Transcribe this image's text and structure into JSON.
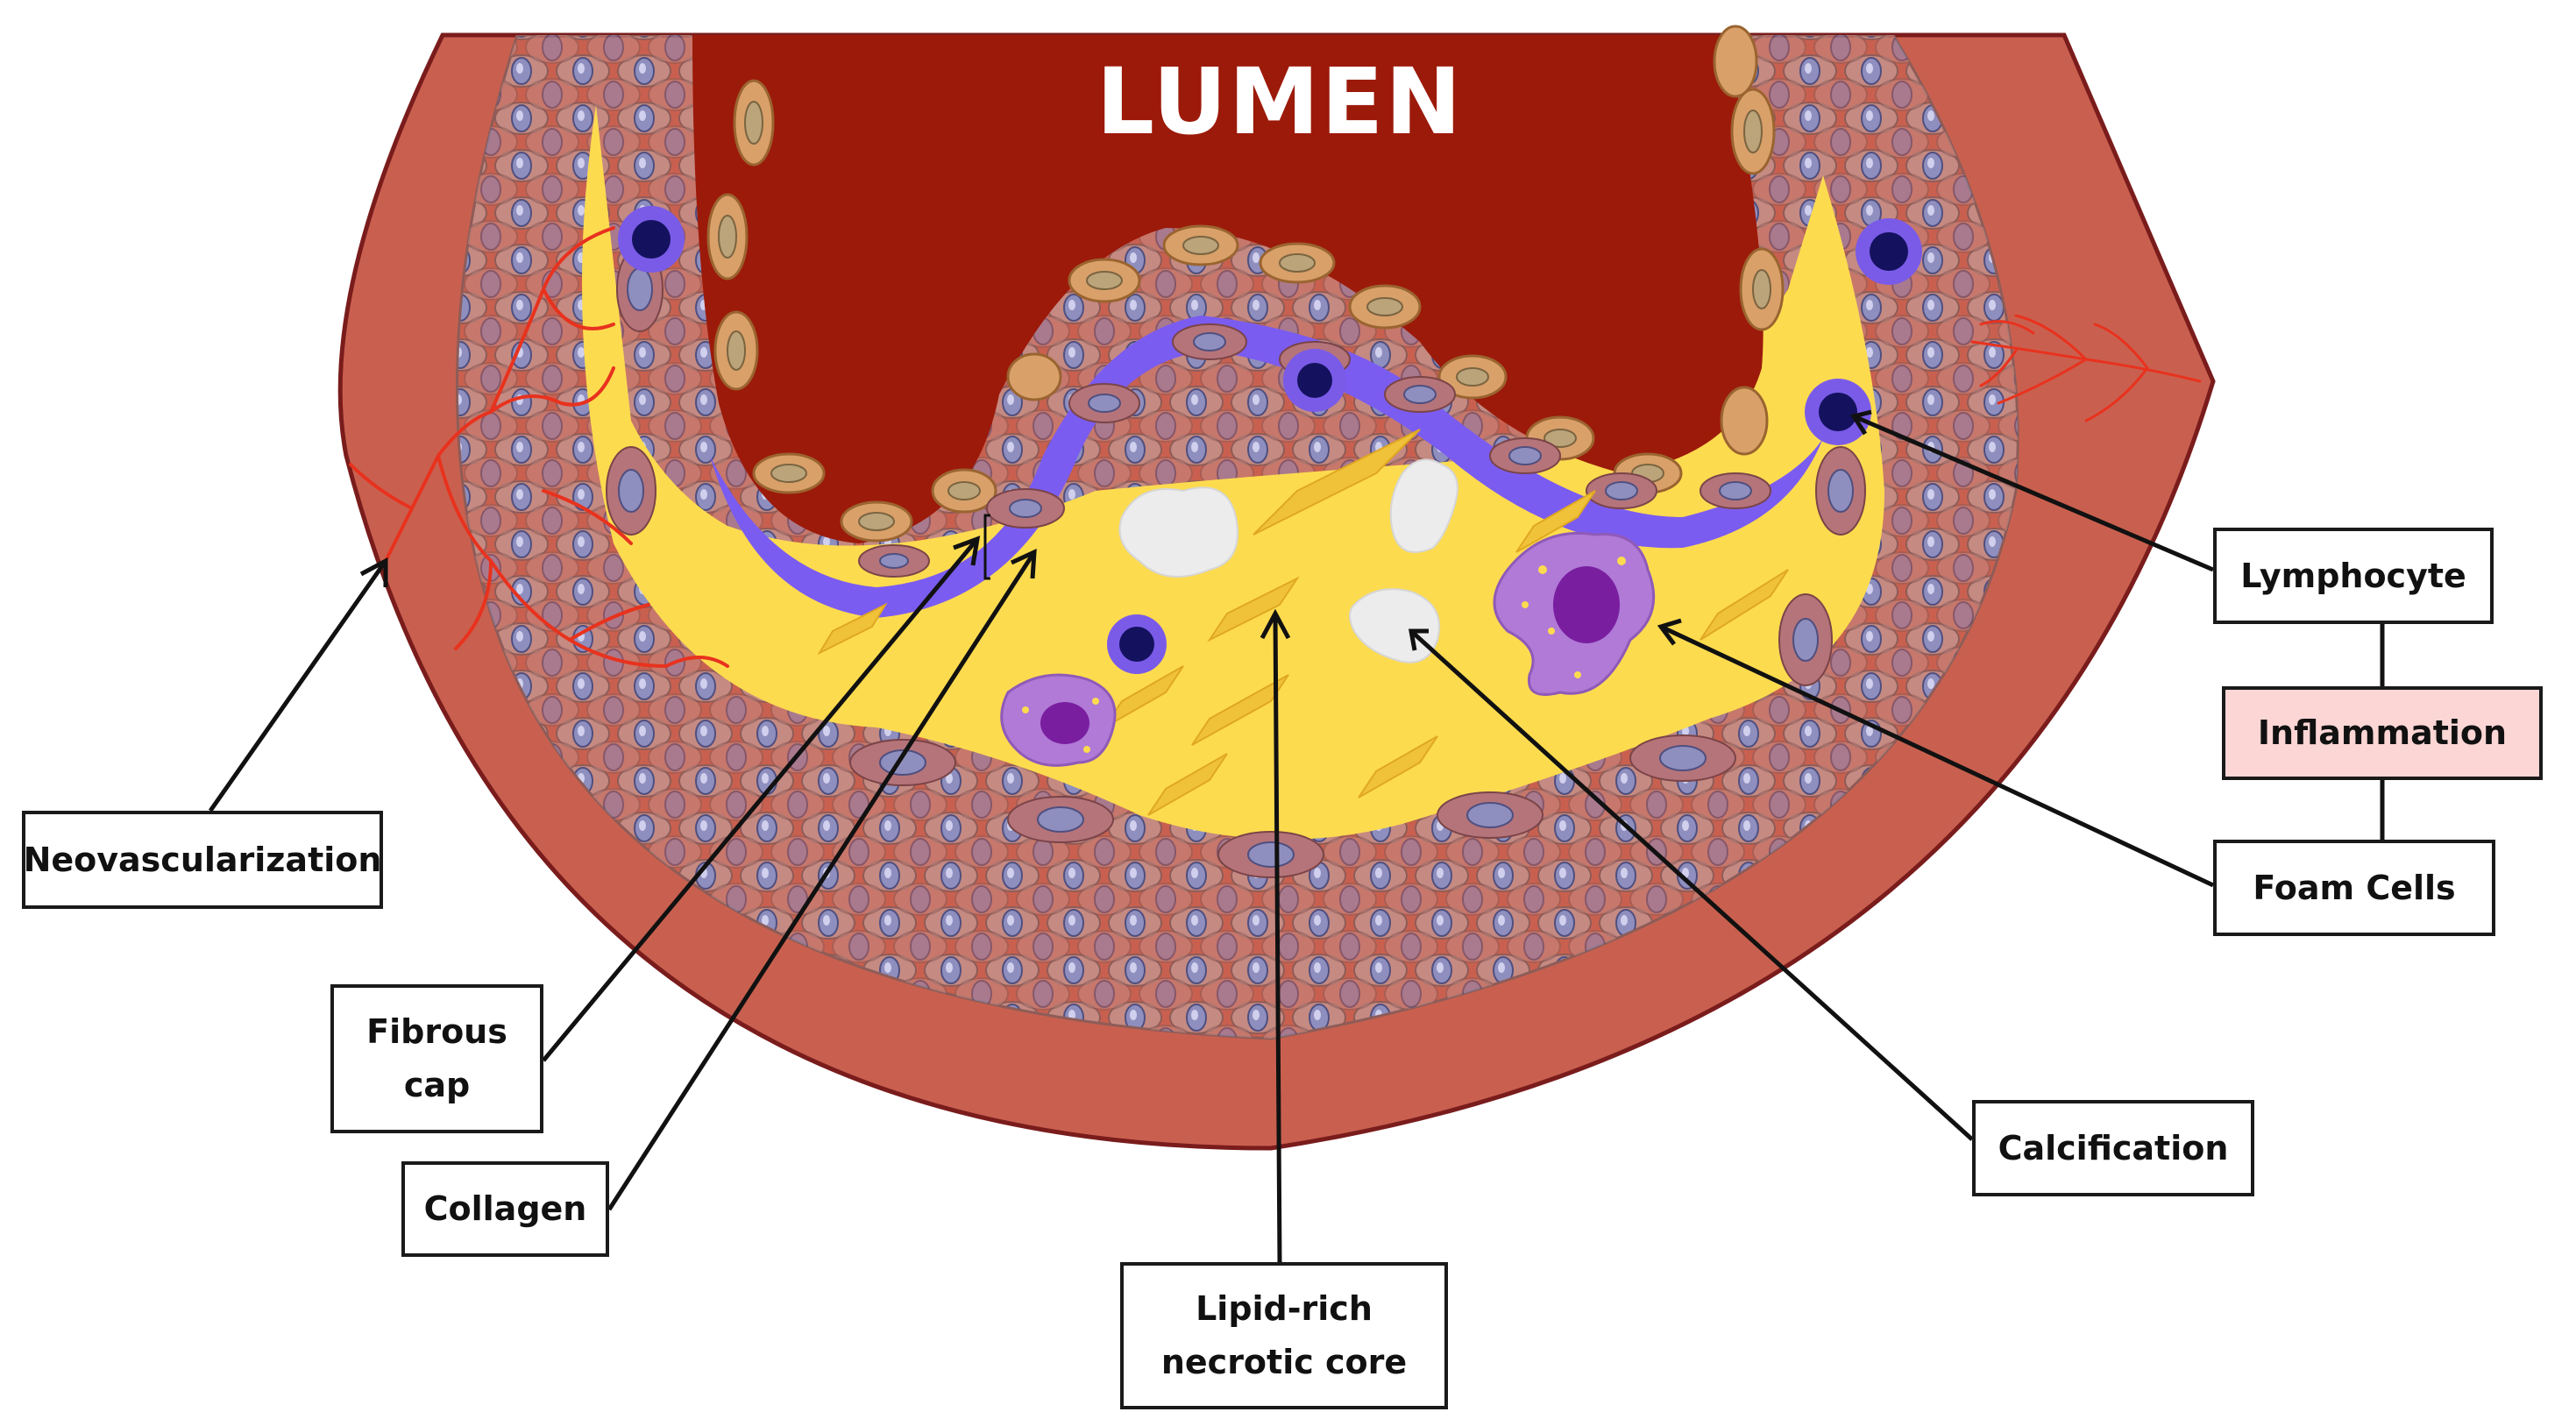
{
  "title": "LUMEN",
  "labels": {
    "neovascularization": "Neovascularization",
    "fibrous_cap_line1": "Fibrous",
    "fibrous_cap_line2": "cap",
    "collagen": "Collagen",
    "lipid_core_line1": "Lipid-rich",
    "lipid_core_line2": "necrotic core",
    "calcification": "Calcification",
    "lymphocyte": "Lymphocyte",
    "inflammation": "Inflammation",
    "foam_cells": "Foam Cells"
  },
  "colors": {
    "outer_wall": "#c9604f",
    "outer_wall_border": "#7a1c1c",
    "lumen": "#9c1a0a",
    "media_cells": "#c58a82",
    "cell_nucleus": "#8f8fbf",
    "endothelium": "#d9a06a",
    "lipid_core": "#fddb4f",
    "collagen_band": "#7b5cf0",
    "calcification": "#ececec",
    "lymphocyte_outer": "#7a5be8",
    "lymphocyte_inner": "#14125e",
    "foam_cell": "#b07ad6",
    "foam_cell_nucleus": "#7a1ea0",
    "vessels": "#e8321e",
    "inflammation_fill": "#fbd6d4"
  }
}
